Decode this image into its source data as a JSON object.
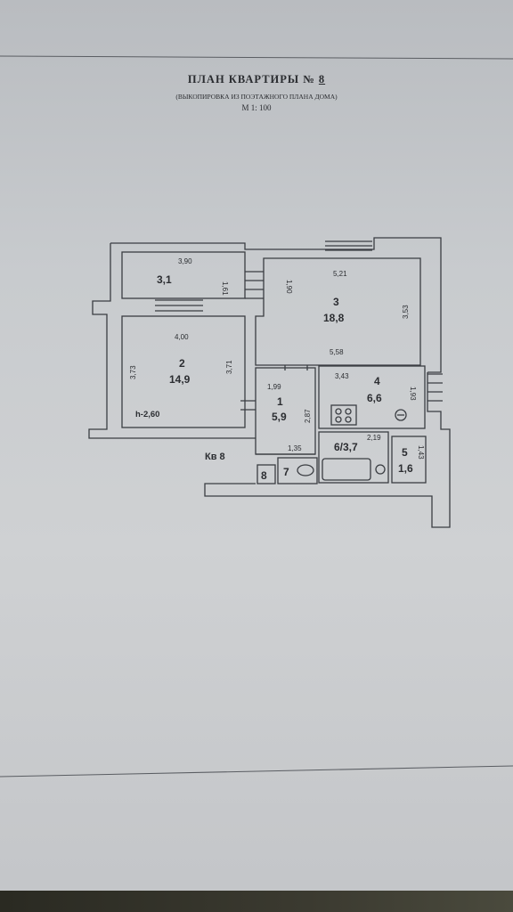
{
  "header": {
    "title": "ПЛАН КВАРТИРЫ №",
    "number": "8",
    "subtitle": "(ВЫКОПИРОВКА ИЗ ПОЭТАЖНОГО ПЛАНА ДОМА)",
    "scale": "М 1: 100"
  },
  "plan": {
    "apartment_label": "Кв 8",
    "ceiling_height": "h-2,60",
    "rooms": [
      {
        "number": "3,1",
        "width": "3,90",
        "depth": "1,61"
      },
      {
        "number": "2",
        "area": "14,9",
        "width": "4,00",
        "depth_left": "3,73",
        "depth_right": "3,71"
      },
      {
        "number": "3",
        "area": "18,8",
        "width_top": "5,21",
        "width_bottom": "5,58",
        "depth_left": "1,90",
        "depth_right": "3,53"
      },
      {
        "number": "1",
        "area": "5,9",
        "width": "1,99",
        "depth": "2,87",
        "bottom": "1,35"
      },
      {
        "number": "4",
        "area": "6,6",
        "width": "3,43",
        "depth": "1,93"
      },
      {
        "number": "6/3,7",
        "width": "2,19"
      },
      {
        "number": "5",
        "area": "1,6",
        "depth": "1,43"
      },
      {
        "number": "7"
      },
      {
        "number": "8"
      }
    ]
  },
  "colors": {
    "line": "#3a3d42",
    "paper": "#cbcdd0"
  }
}
